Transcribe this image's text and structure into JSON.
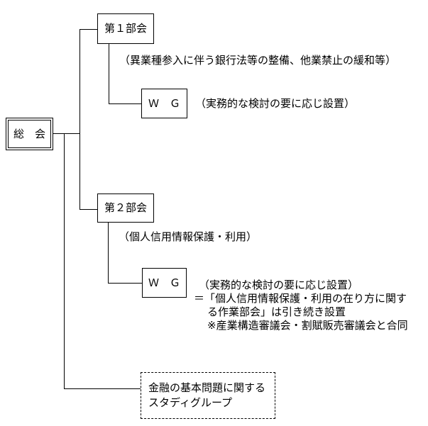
{
  "diagram": {
    "title_hint": "審議会組織図",
    "root": {
      "label": "総　会"
    },
    "subcommittee1": {
      "label": "第１部会",
      "note": "（異業種参入に伴う銀行法等の整備、他業禁止の緩和等）",
      "wg": {
        "label": "Ｗ　Ｇ",
        "note": "（実務的な検討の要に応じ設置）"
      }
    },
    "subcommittee2": {
      "label": "第２部会",
      "note": "（個人信用情報保護・利用）",
      "wg": {
        "label": "Ｗ　Ｇ",
        "notes": [
          "（実務的な検討の要に応じ設置）",
          "＝「個人信用情報保護・利用の在り方に関す",
          "る作業部会」は引き続き設置",
          "※産業構造審議会・割賦販売審議会と合同"
        ]
      }
    },
    "study_group": {
      "label_line1": "金融の基本問題に関する",
      "label_line2": "スタディグループ"
    },
    "line_color": "#000000",
    "background_color": "#ffffff"
  }
}
